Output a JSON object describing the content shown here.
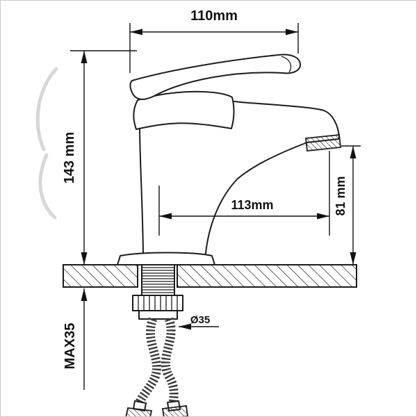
{
  "drawing": {
    "type": "technical-dimension-diagram",
    "subject": "single-handle basin faucet with threaded shank, mounting nut and flexible supply hoses",
    "labels": {
      "width_top": "110mm",
      "height_total": "143 mm",
      "spout_reach": "113mm",
      "spout_height": "81 mm",
      "max_deck_thickness": "MAX35",
      "hole_diameter": "Ø35"
    },
    "colors": {
      "line": "#1b1b1b",
      "background": "#ffffff",
      "watermark": "#d7d7d7"
    }
  }
}
